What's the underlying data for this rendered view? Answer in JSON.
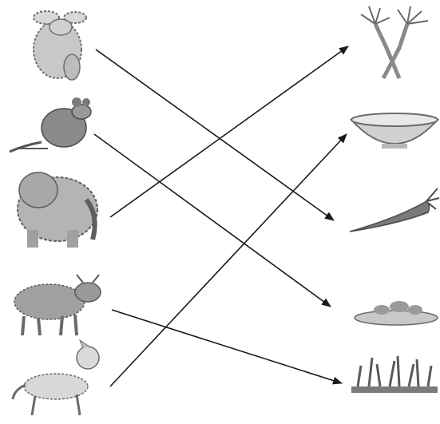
{
  "left_items": [
    {
      "name": "rabbit",
      "icon": "rabbit-icon"
    },
    {
      "name": "mouse",
      "icon": "mouse-icon"
    },
    {
      "name": "elephant",
      "icon": "elephant-icon"
    },
    {
      "name": "goat",
      "icon": "goat-icon"
    },
    {
      "name": "dog",
      "icon": "dog-icon"
    }
  ],
  "right_items": [
    {
      "name": "sugarcane",
      "icon": "sugarcane-icon"
    },
    {
      "name": "bowl",
      "icon": "bowl-icon"
    },
    {
      "name": "carrot",
      "icon": "carrot-icon"
    },
    {
      "name": "grains",
      "icon": "grains-icon"
    },
    {
      "name": "grass",
      "icon": "grass-icon"
    }
  ],
  "matches": [
    {
      "from": "rabbit",
      "to": "carrot"
    },
    {
      "from": "mouse",
      "to": "grains"
    },
    {
      "from": "elephant",
      "to": "sugarcane"
    },
    {
      "from": "goat",
      "to": "grass"
    },
    {
      "from": "dog",
      "to": "bowl"
    }
  ],
  "colors": {
    "ink": "#1a1a1a",
    "animal_fill": "#bdbdbd",
    "animal_dark": "#6e6e6e",
    "food_fill": "#9a9a9a"
  }
}
